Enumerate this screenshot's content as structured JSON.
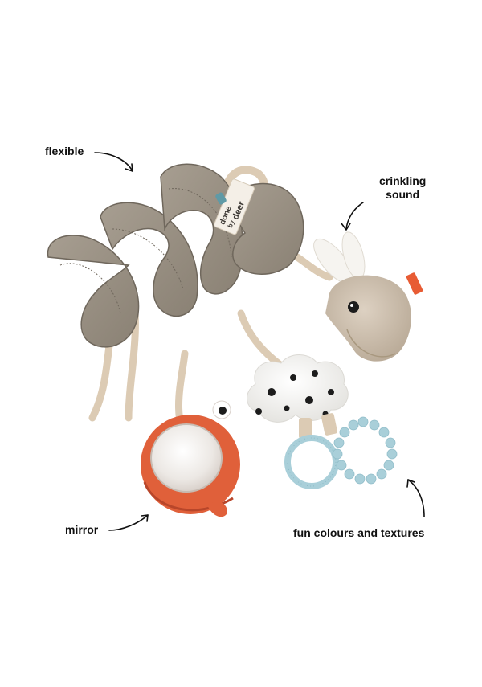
{
  "callouts": {
    "flexible": "flexible",
    "crinkling_line1": "crinkling",
    "crinkling_line2": "sound",
    "mirror": "mirror",
    "fun": "fun colours and textures"
  },
  "brand_tag": {
    "line1": "done",
    "line2": "by",
    "line3": "deer"
  },
  "colors": {
    "background": "#ffffff",
    "spiral_taupe": "#9a9184",
    "spiral_dark": "#6f675c",
    "ribbon_beige": "#dccbb4",
    "bunny_fur": "#cdbfae",
    "bunny_ear": "#f6f4f0",
    "cloud_white": "#f4f4f2",
    "mirror_orange": "#e0603a",
    "teether_blue": "#a9cfd9",
    "text": "#111111"
  }
}
